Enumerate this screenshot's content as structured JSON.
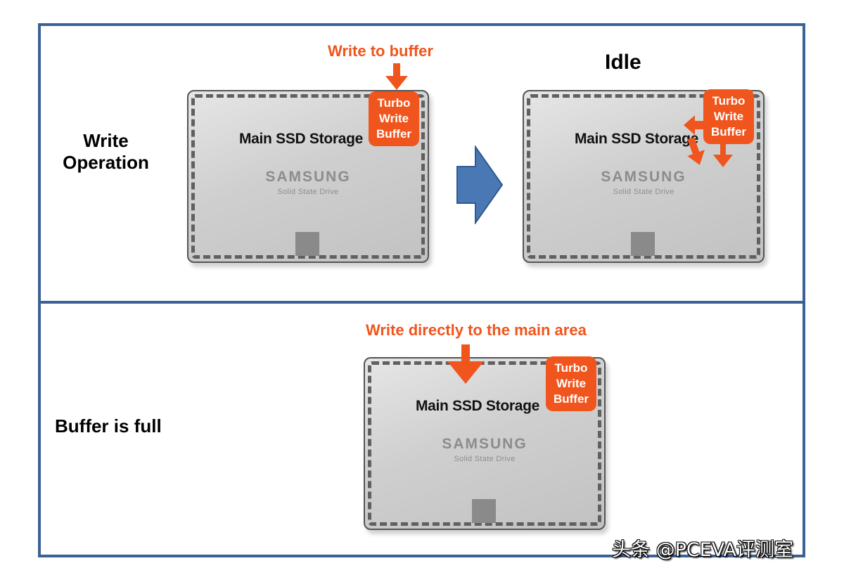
{
  "colors": {
    "frame_blue": "#3b6295",
    "accent_orange": "#f0551d",
    "transition_arrow_blue": "#4a78b5"
  },
  "top_panel": {
    "row_label_line1": "Write",
    "row_label_line2": "Operation",
    "write_stage": {
      "annotation": "Write to buffer",
      "ssd": {
        "main_label": "Main SSD Storage",
        "brand": "SAMSUNG",
        "subtitle": "Solid State Drive",
        "buffer_lines": [
          "Turbo",
          "Write",
          "Buffer"
        ]
      }
    },
    "transition_icon": "right-arrow-icon",
    "idle_stage": {
      "title": "Idle",
      "ssd": {
        "main_label": "Main SSD Storage",
        "brand": "SAMSUNG",
        "subtitle": "Solid State Drive",
        "buffer_lines": [
          "Turbo",
          "Write",
          "Buffer"
        ]
      }
    }
  },
  "bottom_panel": {
    "row_label": "Buffer is full",
    "annotation": "Write directly to the main area",
    "ssd": {
      "main_label": "Main SSD Storage",
      "brand": "SAMSUNG",
      "subtitle": "Solid State Drive",
      "buffer_lines": [
        "Turbo",
        "Write",
        "Buffer"
      ]
    }
  },
  "watermark": "头条 @PCEVA评测室"
}
